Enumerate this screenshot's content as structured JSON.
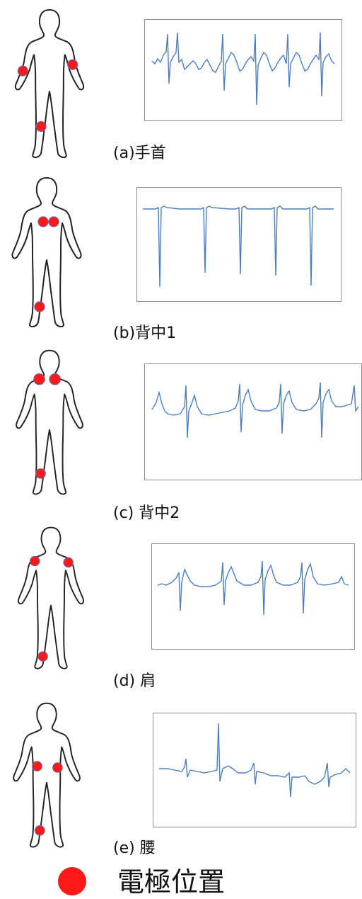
{
  "rows": [
    {
      "caption": "(a)手首"
    },
    {
      "caption": "(b)背中1"
    },
    {
      "caption": "(c) 背中2"
    },
    {
      "caption": "(d) 肩"
    },
    {
      "caption": "(e) 腰"
    }
  ],
  "legend": {
    "label": "電極位置"
  },
  "colors": {
    "trace": "#4a7ec0",
    "electrode": "#ff1a1a",
    "outline": "#222222",
    "frame": "#8c8c8c"
  }
}
